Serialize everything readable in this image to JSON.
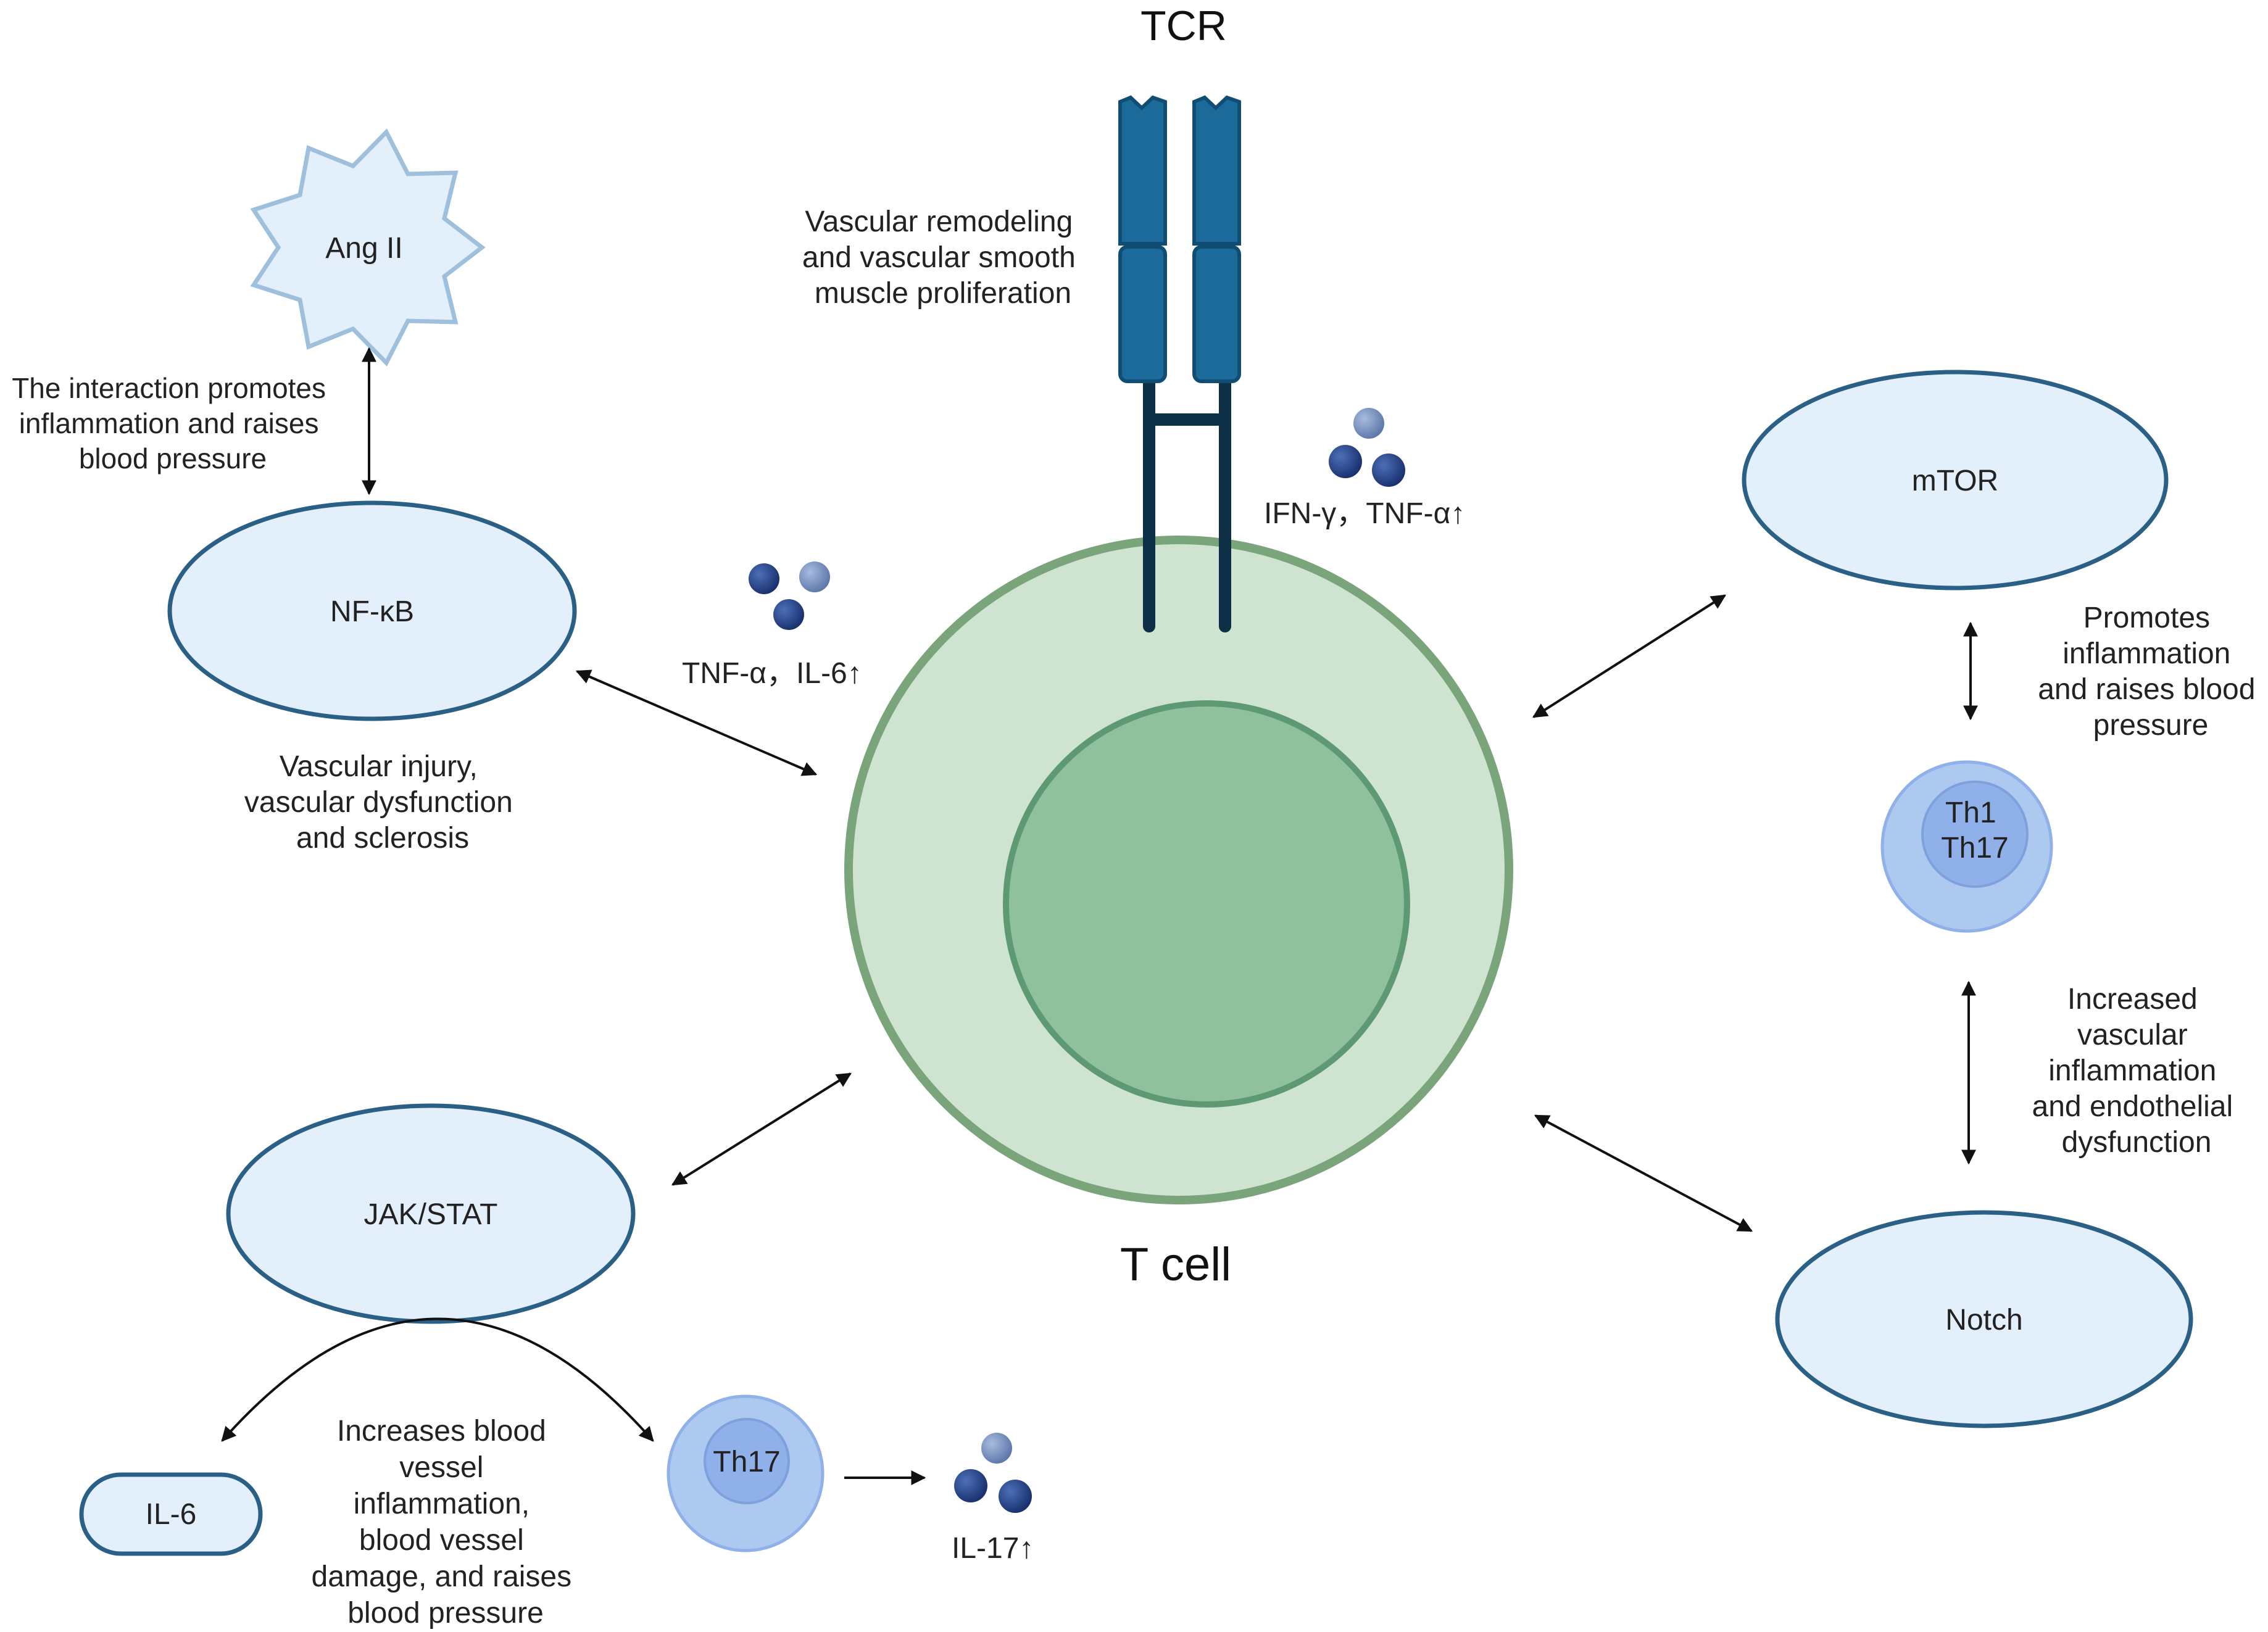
{
  "colors": {
    "receptor_fill": "#1b6a99",
    "receptor_stroke": "#0f4d73",
    "receptor_stalk": "#0d2f45",
    "cell_outer": "#cfe3d1",
    "cell_outer_stroke": "#7aa57a",
    "nucleus": "#8fc19f",
    "nucleus_stroke": "#5d9a73",
    "node_fill": "#e3f0fb",
    "node_stroke": "#2a5f86",
    "th_cell_outer": "#aec9f0",
    "th_cell_inner": "#8fb0e8",
    "molecule_dark": "#1f3f86",
    "molecule_light": "#6d88b8",
    "arrow": "#111111"
  },
  "icons": [
    "tcr-receptor-icon",
    "t-cell-icon",
    "angiotensin-starburst-icon",
    "cytokine-molecule-icon",
    "th-cell-icon"
  ],
  "tcr": {
    "label": "TCR"
  },
  "t_cell": {
    "label": "T cell"
  },
  "ang2": {
    "label": "Ang II"
  },
  "nodes": {
    "nfkb": "NF-κB",
    "jakstat": "JAK/STAT",
    "mtor": "mTOR",
    "notch": "Notch",
    "il6": "IL-6"
  },
  "cells": {
    "th1_th17": [
      "Th1",
      "Th17"
    ],
    "th17": "Th17"
  },
  "cytokines": {
    "nfkb_side": "TNF-α，IL-6↑",
    "tcr_side": "IFN-γ，TNF-α↑",
    "th17_side": "IL-17↑"
  },
  "annotations": {
    "tcr_effect": [
      "Vascular remodeling",
      "and vascular smooth",
      "muscle proliferation"
    ],
    "ang2_effect": [
      "The interaction promotes",
      "inflammation and raises",
      "blood pressure"
    ],
    "nfkb_effect": [
      "Vascular injury,",
      "vascular dysfunction",
      "and sclerosis"
    ],
    "mtor_effect": [
      "Promotes",
      "inflammation",
      "and raises blood",
      "pressure"
    ],
    "notch_effect": [
      "Increased",
      "vascular",
      "inflammation",
      "and endothelial",
      "dysfunction"
    ],
    "jakstat_effect": [
      "Increases blood",
      "vessel",
      "inflammation,",
      "blood vessel",
      "damage, and raises",
      "blood pressure"
    ]
  }
}
